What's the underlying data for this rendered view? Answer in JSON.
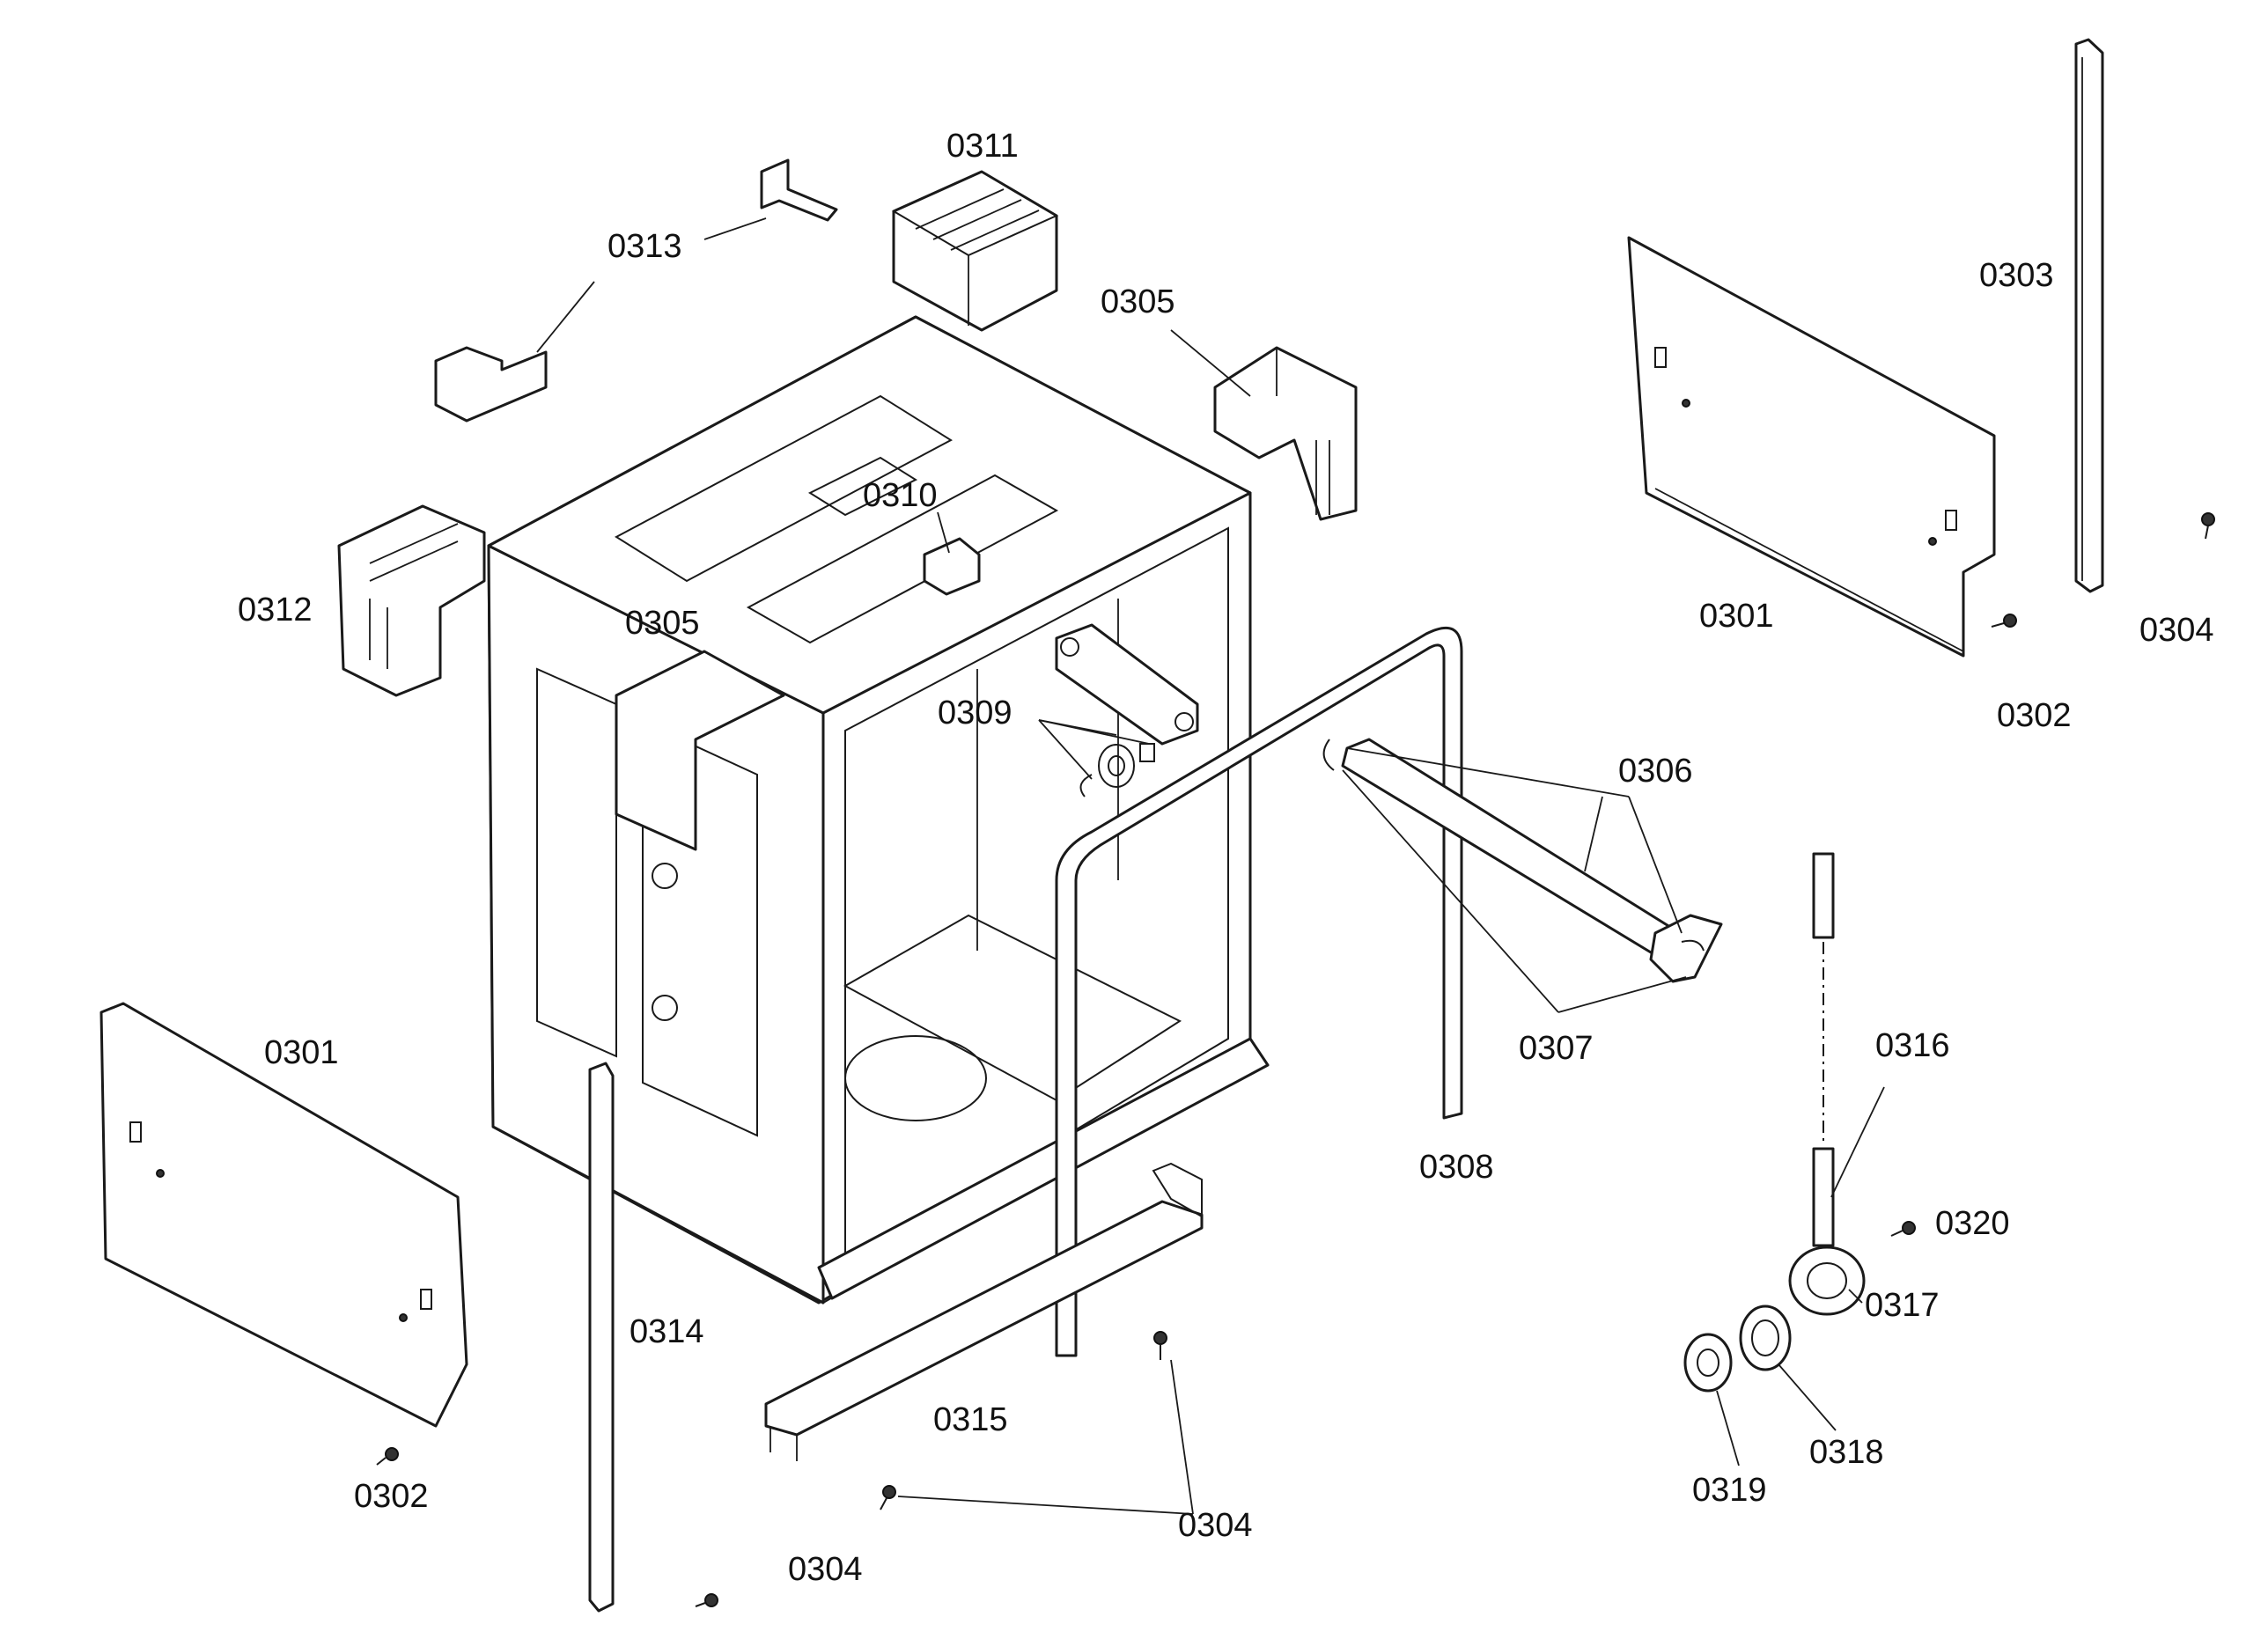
{
  "labels": {
    "p0301_left": "0301",
    "p0301_right": "0301",
    "p0302_left": "0302",
    "p0302_right": "0302",
    "p0303": "0303",
    "p0304_right": "0304",
    "p0304_bottom_mid": "0304",
    "p0304_bottom_left": "0304",
    "p0305_top": "0305",
    "p0305_mid": "0305",
    "p0306": "0306",
    "p0307": "0307",
    "p0308": "0308",
    "p0309": "0309",
    "p0310": "0310",
    "p0311": "0311",
    "p0312": "0312",
    "p0313": "0313",
    "p0314": "0314",
    "p0315": "0315",
    "p0316": "0316",
    "p0317": "0317",
    "p0318": "0318",
    "p0319": "0319",
    "p0320": "0320"
  },
  "colors": {
    "ink": "#1a1a1a",
    "paper": "#ffffff"
  }
}
